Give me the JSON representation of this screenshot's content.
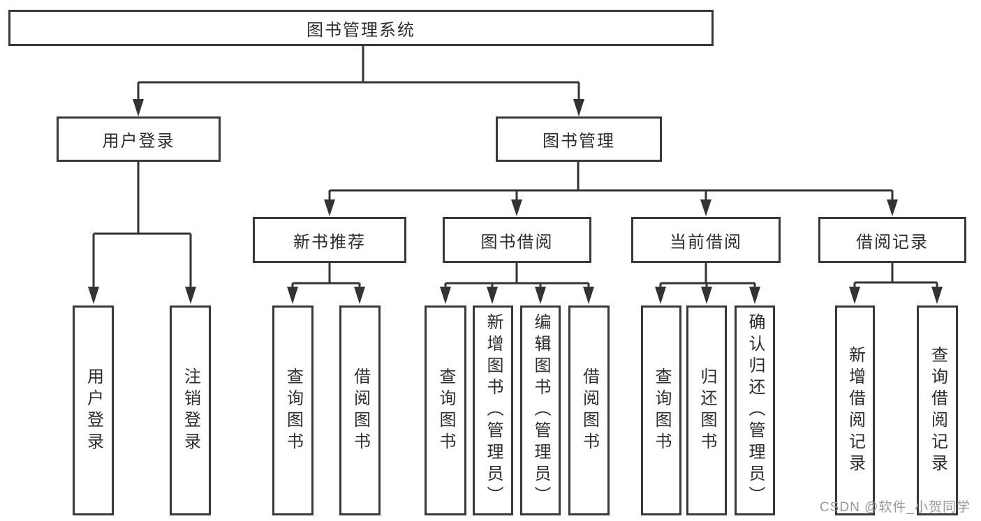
{
  "nodes": {
    "root": "图书管理系统",
    "user_login": "用户登录",
    "book_mgmt": "图书管理",
    "new_book_rec": "新书推荐",
    "book_borrow": "图书借阅",
    "current_borrow": "当前借阅",
    "borrow_records": "借阅记录",
    "leaf_user_login": "用户登录",
    "leaf_logout": "注销登录",
    "leaf_nb_query": "查询图书",
    "leaf_nb_borrow": "借阅图书",
    "leaf_bb_query": "查询图书",
    "leaf_bb_add": "新增图书（管理员）",
    "leaf_bb_edit": "编辑图书（管理员）",
    "leaf_bb_borrow": "借阅图书",
    "leaf_cb_query": "查询图书",
    "leaf_cb_return": "归还图书",
    "leaf_cb_confirm": "确认归还（管理员）",
    "leaf_br_add": "新增借阅记录",
    "leaf_br_query": "查询借阅记录"
  },
  "watermark": "CSDN @软件_小贺同学",
  "colors": {
    "line": "#333333",
    "text": "#2d2d2d",
    "watermark_text": "#97979f",
    "background": "#ffffff"
  }
}
